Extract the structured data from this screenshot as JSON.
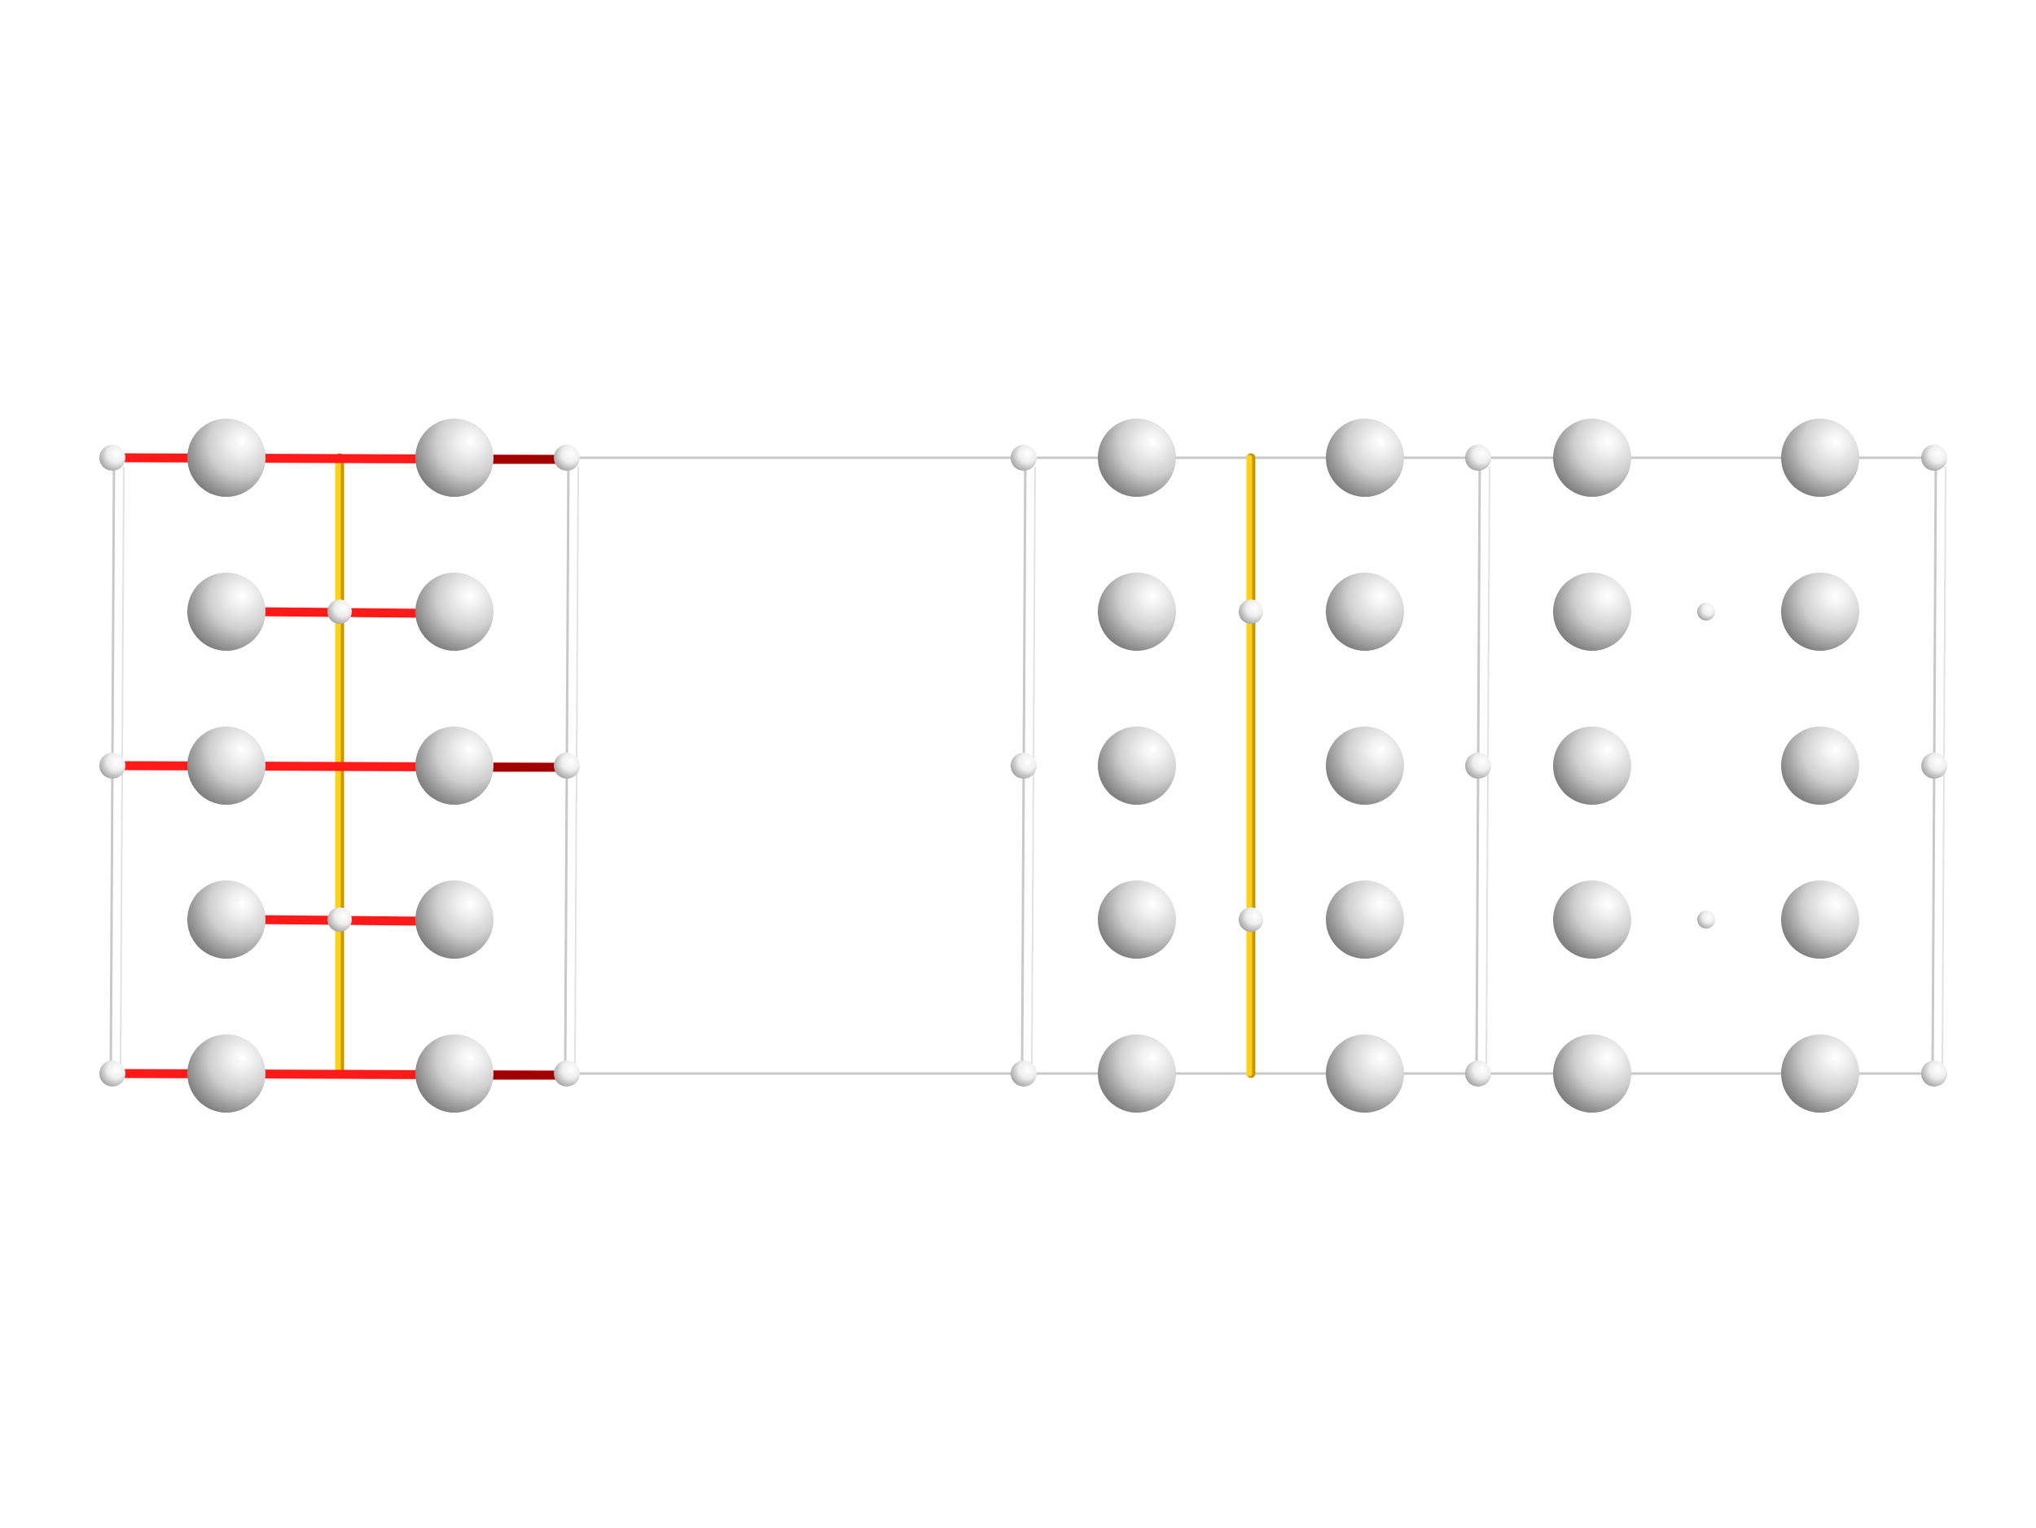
{
  "figure": {
    "type": "crystal-structure-projection",
    "background": "#ffffff",
    "colors": {
      "cell_edge": "#c8c8c8",
      "bond_horizontal": "#ff1a1a",
      "bond_horizontal_dark": "#a00000",
      "bond_vertical": "#ffd21a",
      "bond_vertical_dark": "#c89600",
      "atom_light": "#ffffff",
      "atom_mid": "#d0d0d0",
      "atom_dark": "#7a7a7a"
    },
    "panels": [
      {
        "id": "left",
        "large_atom_columns": 2,
        "large_atom_rows": 5,
        "bonds_horizontal": true,
        "bond_vertical": true,
        "small_atoms_on_center": true
      },
      {
        "id": "middle",
        "large_atom_columns": 2,
        "large_atom_rows": 5,
        "bonds_horizontal": false,
        "bond_vertical": true,
        "small_atoms_on_center": true
      },
      {
        "id": "right",
        "large_atom_columns": 2,
        "large_atom_rows": 5,
        "bonds_horizontal": false,
        "bond_vertical": false,
        "small_atoms_on_center": true
      }
    ]
  }
}
